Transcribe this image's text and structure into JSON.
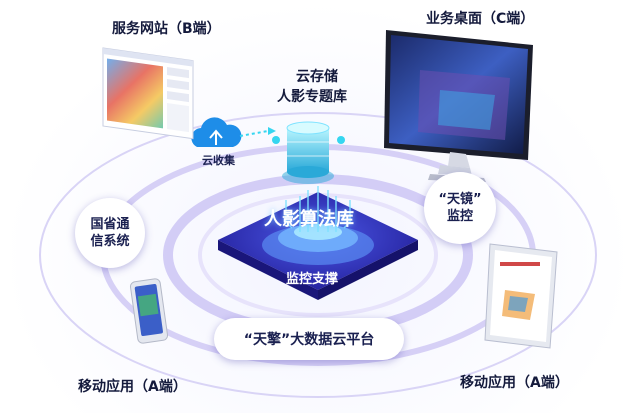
{
  "title": {
    "line1": "云存储",
    "line2": "人影专题库"
  },
  "cloud_collect": {
    "label": "云收集"
  },
  "center": {
    "title": "人影算法库",
    "subtitle": "监控支撑"
  },
  "nodes": {
    "b_end": {
      "label": "服务网站（B端）"
    },
    "c_end": {
      "label": "业务桌面（C端）"
    },
    "guoshen": {
      "line1": "国省通",
      "line2": "信系统"
    },
    "tianjing": {
      "line1": "“天镜”",
      "line2": "监控"
    },
    "tianqing": {
      "label": "“天擎”大数据云平台"
    },
    "mobile_left": {
      "label": "移动应用（A端）"
    },
    "mobile_right": {
      "label": "移动应用（A端）"
    }
  },
  "colors": {
    "ring": "#c9c3f3",
    "accent": "#3a2fd0",
    "platform": "#2b2aa8",
    "cyan": "#35d6f0"
  }
}
